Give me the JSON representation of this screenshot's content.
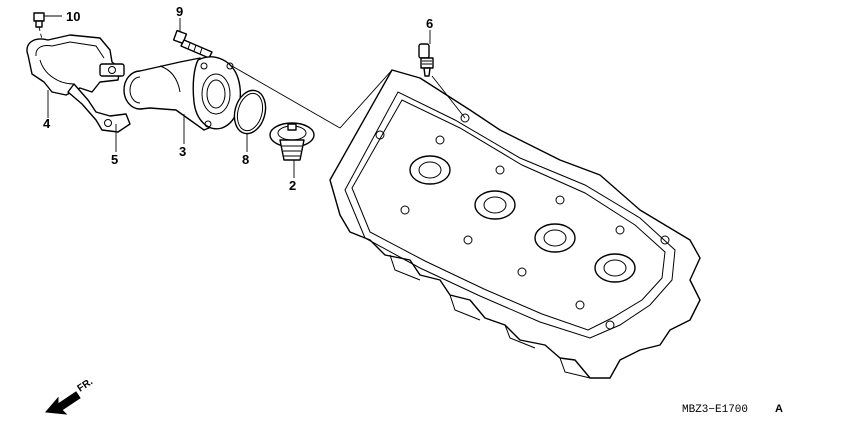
{
  "callouts": [
    {
      "number": "10",
      "part": "bolt"
    },
    {
      "number": "9",
      "part": "flange-bolt"
    },
    {
      "number": "6",
      "part": "temperature-sensor"
    },
    {
      "number": "4",
      "part": "hose-clamp-bracket"
    },
    {
      "number": "5",
      "part": "bracket-mount"
    },
    {
      "number": "3",
      "part": "thermostat-housing"
    },
    {
      "number": "8",
      "part": "o-ring"
    },
    {
      "number": "2",
      "part": "thermostat"
    }
  ],
  "diagram_code": "MBZ3−E1700",
  "diagram_code_suffix": "A",
  "front_label": "FR.",
  "icons": {
    "front_arrow": "front-direction-arrow-icon"
  }
}
